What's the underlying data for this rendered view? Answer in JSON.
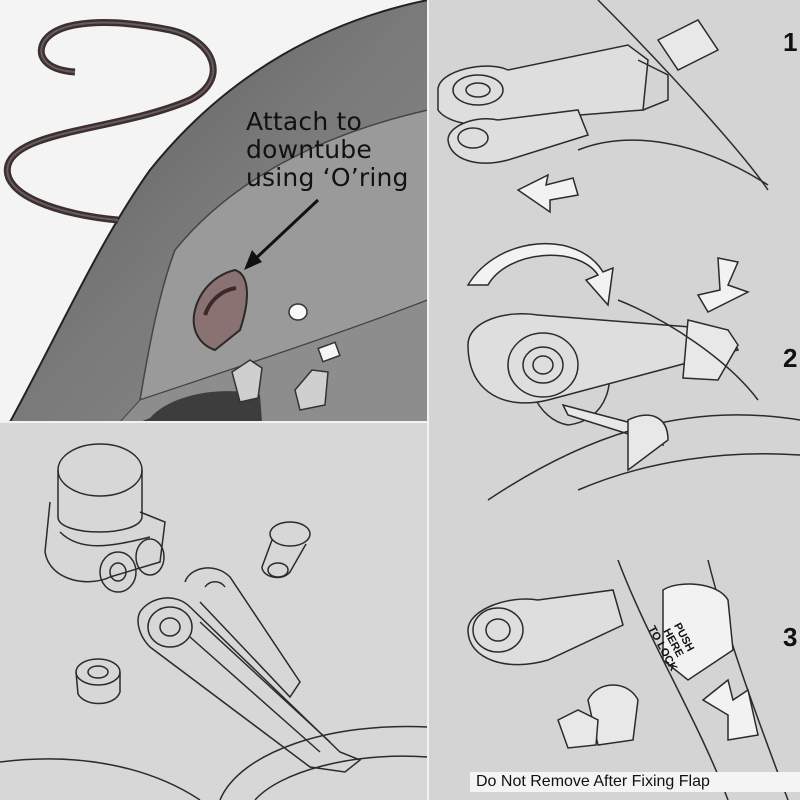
{
  "callout": {
    "line1": "Attach to",
    "line2": "downtube",
    "line3": "using ‘O’ring"
  },
  "steps": [
    "1",
    "2",
    "3"
  ],
  "push_label": {
    "line1": "PUSH",
    "line2": "HERE",
    "line3": "TO LOCK"
  },
  "footer_note": "Do Not Remove After Fixing Flap",
  "colors": {
    "frame_dark": "#5b5b5b",
    "frame_mid": "#7d7d7d",
    "o_ring": "#3a3030",
    "line_art": "#2b2b2b",
    "panel_bg": "#d4d4d4"
  }
}
